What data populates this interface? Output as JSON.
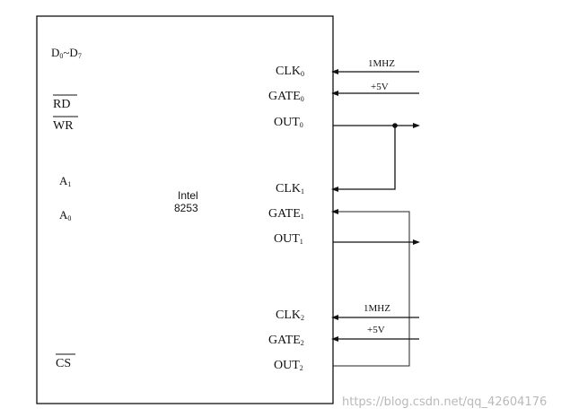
{
  "chip": {
    "name_line1": "Intel",
    "name_line2": "8253"
  },
  "left_pins": {
    "data_bus": {
      "main": "D",
      "sub0": "0",
      "tilde": "~D",
      "sub7": "7"
    },
    "rd": "RD",
    "wr": "WR",
    "a1": {
      "main": "A",
      "sub": "1"
    },
    "a0": {
      "main": "A",
      "sub": "0"
    },
    "cs": "CS"
  },
  "right_pins": {
    "clk0": {
      "main": "CLK",
      "sub": "0"
    },
    "gate0": {
      "main": "GATE",
      "sub": "0"
    },
    "out0": {
      "main": "OUT",
      "sub": "0"
    },
    "clk1": {
      "main": "CLK",
      "sub": "1"
    },
    "gate1": {
      "main": "GATE",
      "sub": "1"
    },
    "out1": {
      "main": "OUT",
      "sub": "1"
    },
    "clk2": {
      "main": "CLK",
      "sub": "2"
    },
    "gate2": {
      "main": "GATE",
      "sub": "2"
    },
    "out2": {
      "main": "OUT",
      "sub": "2"
    }
  },
  "signals": {
    "clk0_in": "1MHZ",
    "gate0_in": "+5V",
    "clk2_in": "1MHZ",
    "gate2_in": "+5V"
  },
  "watermark": "https://blog.csdn.net/qq_42604176"
}
